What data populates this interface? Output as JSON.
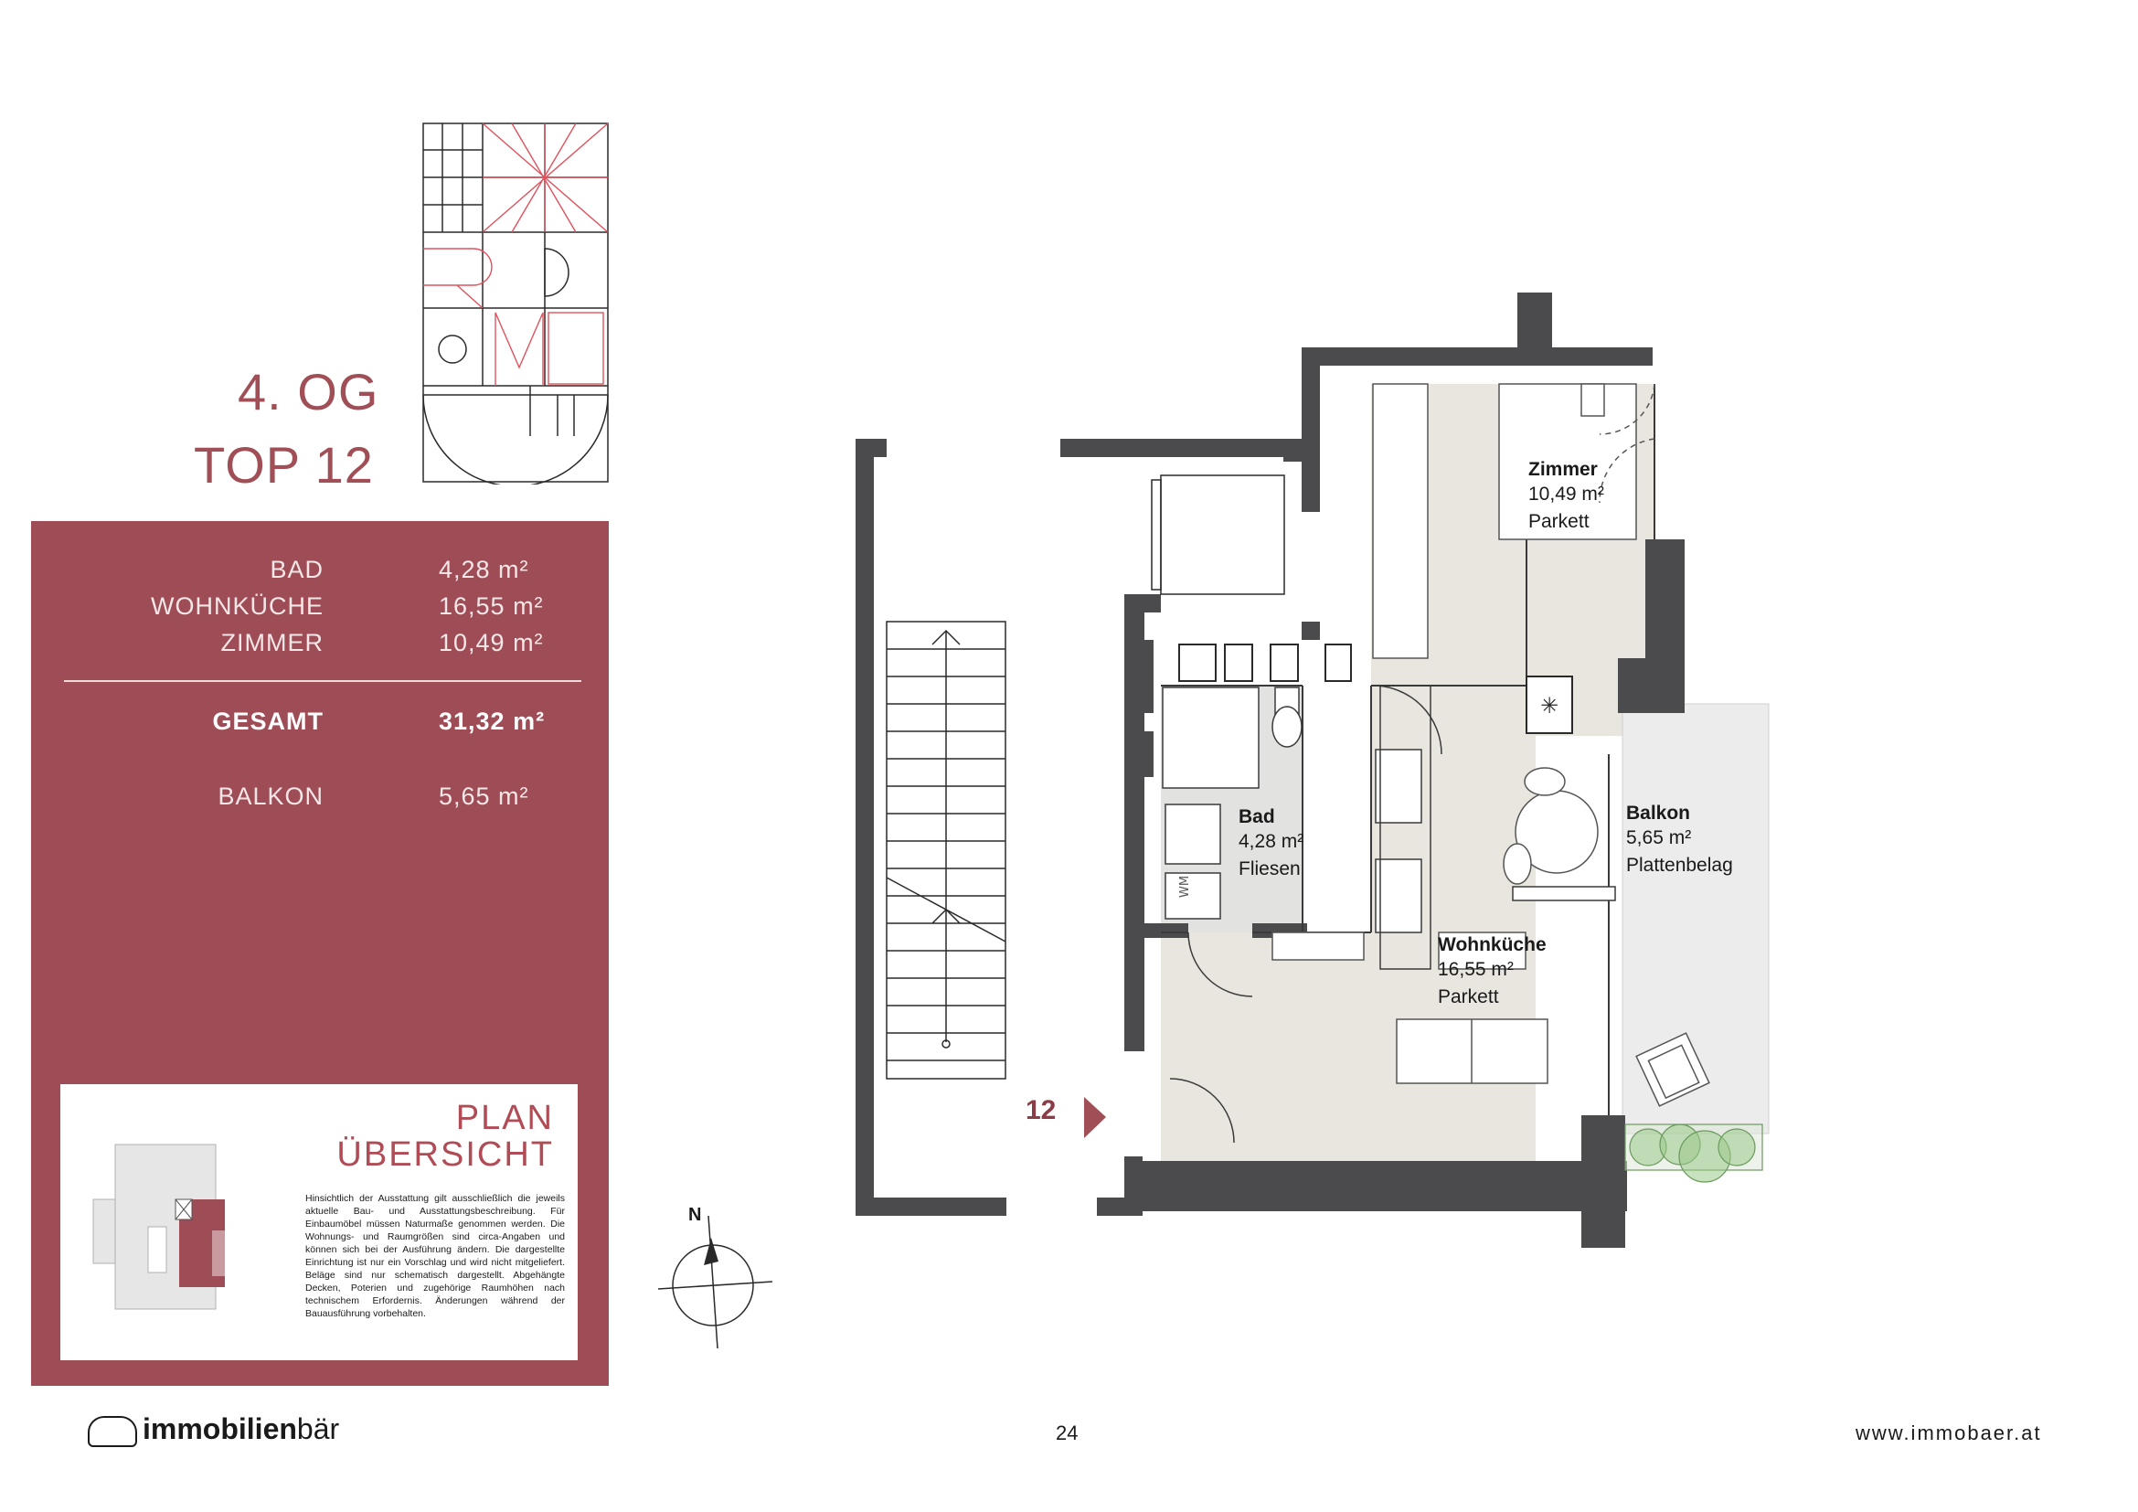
{
  "header": {
    "floor": "4. OG",
    "unit_prefix": "TOP",
    "unit_number": "12"
  },
  "areas": {
    "rows": [
      {
        "label": "BAD",
        "value": "4,28 m²"
      },
      {
        "label": "WOHNKÜCHE",
        "value": "16,55 m²"
      },
      {
        "label": "ZIMMER",
        "value": "10,49 m²"
      }
    ],
    "total": {
      "label": "GESAMT",
      "value": "31,32 m²"
    },
    "balcony": {
      "label": "BALKON",
      "value": "5,65 m²"
    }
  },
  "overview": {
    "title_line1": "PLAN",
    "title_line2": "ÜBERSICHT",
    "disclaimer": "Hinsichtlich der Ausstattung gilt ausschließlich die jeweils aktuelle Bau- und Ausstattungsbeschreibung. Für Einbaumöbel müssen Naturmaße genommen werden. Die Wohnungs- und Raumgrößen sind circa-Angaben und können sich bei der Ausführung ändern. Die dargestellte Einrichtung ist nur ein Vorschlag und wird nicht mitgeliefert. Beläge sind nur schematisch dargestellt. Abgehängte Decken, Poterien und zugehörige Raumhöhen nach technischem Erfordernis. Änderungen während der Bauausführung vorbehalten."
  },
  "rooms": {
    "zimmer": {
      "name": "Zimmer",
      "area": "10,49 m²",
      "floor": "Parkett"
    },
    "bad": {
      "name": "Bad",
      "area": "4,28 m²",
      "floor": "Fliesen"
    },
    "wohnkueche": {
      "name": "Wohnküche",
      "area": "16,55 m²",
      "floor": "Parkett"
    },
    "balkon": {
      "name": "Balkon",
      "area": "5,65 m²",
      "floor": "Plattenbelag"
    }
  },
  "plan_labels": {
    "unit_entry": "12",
    "wm": "WM",
    "north": "N"
  },
  "footer": {
    "brand_regular": "immobilien",
    "brand_bold": "bär",
    "page_number": "24",
    "website": "www.immobaer.at"
  },
  "colors": {
    "accent": "#a04f57",
    "panel": "#9e4c55",
    "wall": "#4b4b4d",
    "parquet": "#e9e6df",
    "tiles": "#e2e2e0",
    "plant": "#9bc98a"
  }
}
